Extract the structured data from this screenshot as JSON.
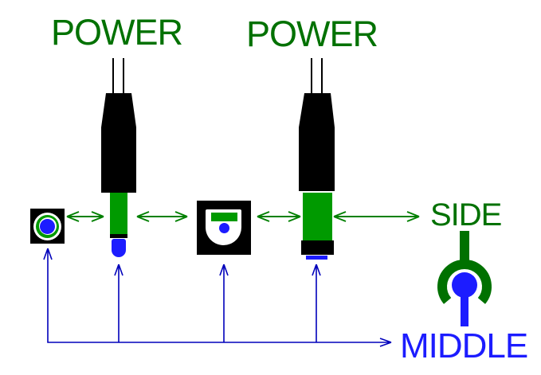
{
  "labels": {
    "power_left": "POWER",
    "power_right": "POWER",
    "side": "SIDE",
    "middle": "MIDDLE"
  },
  "colors": {
    "label-green": "#007100",
    "bright-green": "#009a00",
    "arrow-green": "#008000",
    "blue": "#1c1cff",
    "arrow-blue": "#0000bb",
    "black": "#000000",
    "white": "#ffffff",
    "background": "#ffffff"
  },
  "icons": {
    "plug_left": "dc-power-plug-with-wires",
    "plug_right": "dc-power-plug-with-wires",
    "socket_left": "dc-jack-front-view-round",
    "socket_right": "dc-jack-front-view-dshape",
    "polarity_symbol": "side-ring-middle-pin-symbol",
    "green_arrows": "double-headed-equivalence-arrow",
    "blue_arrows": "pointer-arrow-to-middle"
  }
}
